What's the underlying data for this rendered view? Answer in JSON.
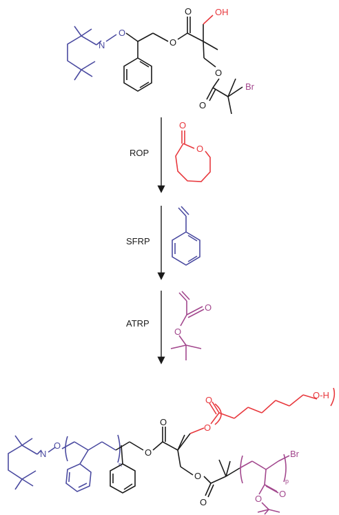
{
  "colors": {
    "black": "#1a1a1a",
    "blue": "#4a4aa0",
    "red": "#e8383d",
    "purple": "#a2478d",
    "background": "#ffffff"
  },
  "steps": [
    {
      "label": "ROP",
      "reagent": "caprolactone"
    },
    {
      "label": "SFRP",
      "reagent": "styrene"
    },
    {
      "label": "ATRP",
      "reagent": "tert-butyl acrylate"
    }
  ],
  "initiator": {
    "atoms": {
      "n": "N",
      "o_ether": "O",
      "o_ester1": "O",
      "o_carbonyl1": "O",
      "oh": "OH",
      "o_ester2": "O",
      "o_carbonyl2": "O",
      "br": "Br"
    }
  },
  "monomers": {
    "caprolactone": {
      "o_carbonyl": "O",
      "o_ring": "O"
    },
    "acrylate": {
      "o_carbonyl": "O",
      "o_ester": "O"
    }
  },
  "product": {
    "atoms": {
      "n": "N",
      "o_ether": "O",
      "o_ester1": "O",
      "o_carbonyl1": "O",
      "o_pcl": "O",
      "o_pcl_carbonyl": "O",
      "oh": "O-H",
      "o_ester2": "O",
      "o_carbonyl2": "O",
      "br": "Br",
      "o_tbu_carbonyl": "O",
      "o_tbu": "O"
    },
    "subscripts": {
      "n": "n",
      "p": "p"
    }
  }
}
